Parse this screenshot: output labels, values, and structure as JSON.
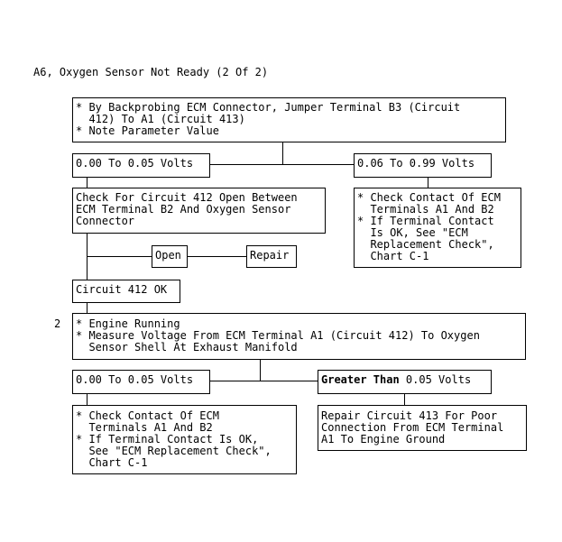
{
  "title": "A6, Oxygen Sensor Not Ready (2 Of 2)",
  "step_marker": "2",
  "boxes": {
    "backprobe": "* By Backprobing ECM Connector, Jumper Terminal B3 (Circuit\n  412) To A1 (Circuit 413)\n* Note Parameter Value",
    "range1_low": "0.00 To 0.05 Volts",
    "range1_high": "0.06 To 0.99 Volts",
    "check_open": "Check For Circuit 412 Open Between\nECM Terminal B2 And Oxygen Sensor\nConnector",
    "contact_1": "* Check Contact Of ECM\n  Terminals A1 And B2\n* If Terminal Contact\n  Is OK, See \"ECM\n  Replacement Check\",\n  Chart C-1",
    "open": "Open",
    "repair": "Repair",
    "circuit_ok": "Circuit 412 OK",
    "measure": "* Engine Running\n* Measure Voltage From ECM Terminal A1 (Circuit 412) To Oxygen\n  Sensor Shell At Exhaust Manifold",
    "range2_low": "0.00 To 0.05 Volts",
    "range2_high_bold": "Greater Than",
    "range2_high_rest": " 0.05 Volts",
    "contact_2": "* Check Contact Of ECM\n  Terminals A1 And B2\n* If Terminal Contact Is OK,\n  See \"ECM Replacement Check\",\n  Chart C-1",
    "repair_413": "Repair Circuit 413 For Poor\nConnection From ECM Terminal\nA1 To Engine Ground"
  }
}
